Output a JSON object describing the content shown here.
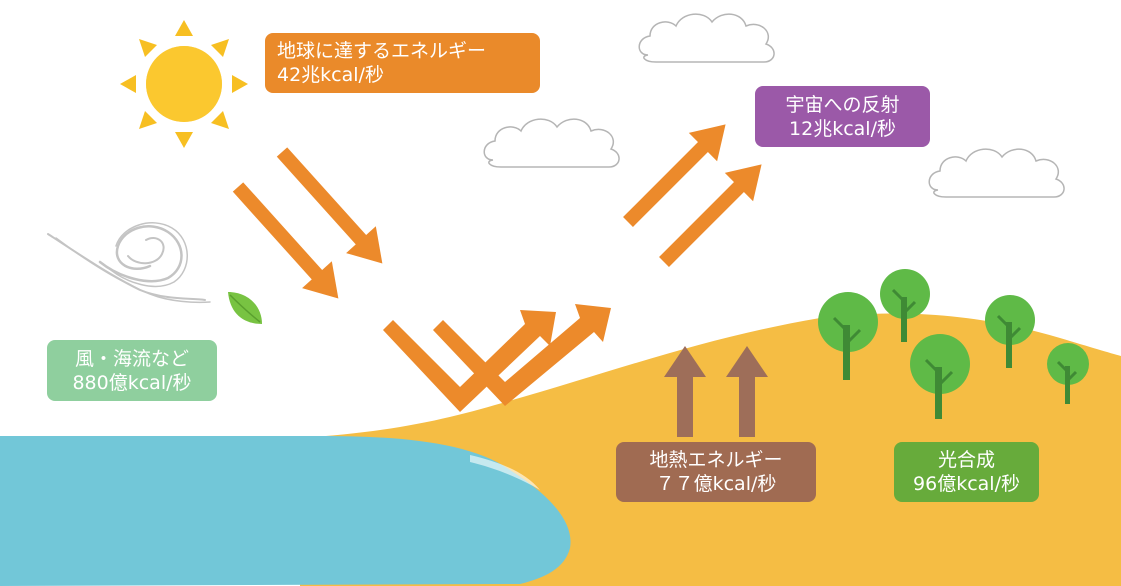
{
  "labels": {
    "sun_energy": {
      "title": "地球に達するエネルギー",
      "value": "42兆kcal/秒"
    },
    "space_reflection": {
      "title": "宇宙への反射",
      "value": "12兆kcal/秒"
    },
    "wind_ocean": {
      "title": "風・海流など",
      "value": "880億kcal/秒"
    },
    "geothermal": {
      "title": "地熱エネルギー",
      "value": "７７億kcal/秒"
    },
    "photosynthesis": {
      "title": "光合成",
      "value": "96億kcal/秒"
    }
  },
  "colors": {
    "sun_box": "#ea8a2a",
    "space_box": "#9b59a8",
    "wind_box": "#8fcf9e",
    "geo_box": "#a06b52",
    "photo_box": "#67ab3b",
    "arrow_orange": "#ec8a2b",
    "arrow_brown": "#9e6e59",
    "sun": "#f7bf22",
    "sea": "#72c7d8",
    "land": "#f5bd44",
    "tree_green": "#5fba47",
    "trunk": "#3f8a35"
  },
  "icons": [
    "sun-icon",
    "cloud-icon",
    "wind-swirl-icon",
    "leaf-icon",
    "tree-icon"
  ]
}
